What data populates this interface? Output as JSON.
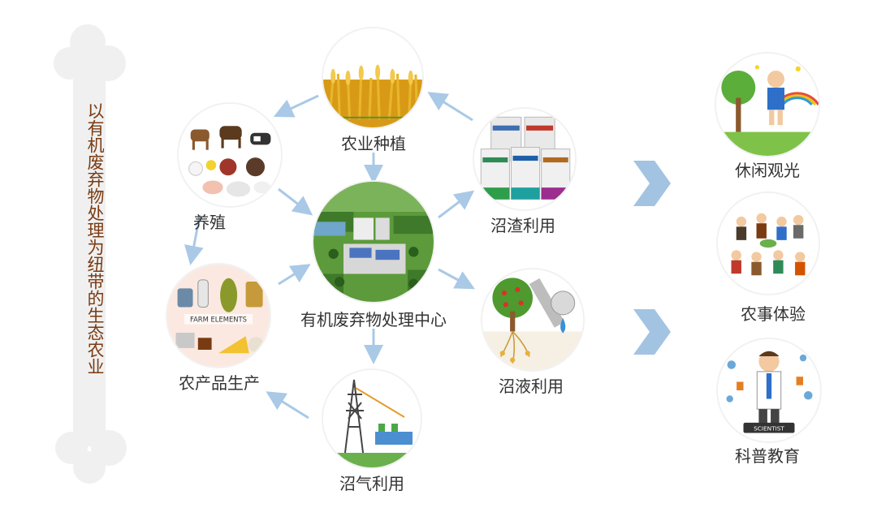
{
  "title": "以有机废弃物处理为纽带的生态农业",
  "colors": {
    "title": "#7a3b12",
    "arrow": "#a9c9e6",
    "chevron": "#a3c3e2",
    "label": "#333333",
    "bone": "#f0f0f0"
  },
  "nodes": {
    "center": "有机废弃物处理中心",
    "planting": "农业种植",
    "breeding": "养殖",
    "products": "农产品生产",
    "biogas": "沼气利用",
    "residue": "沼渣利用",
    "liquid": "沼液利用"
  },
  "outcomes": {
    "leisure": "休闲观光",
    "farming": "农事体验",
    "science": "科普教育"
  },
  "image_text": {
    "farm_elements": "FARM ELEMENTS",
    "scientist": "SCIENTIST"
  }
}
